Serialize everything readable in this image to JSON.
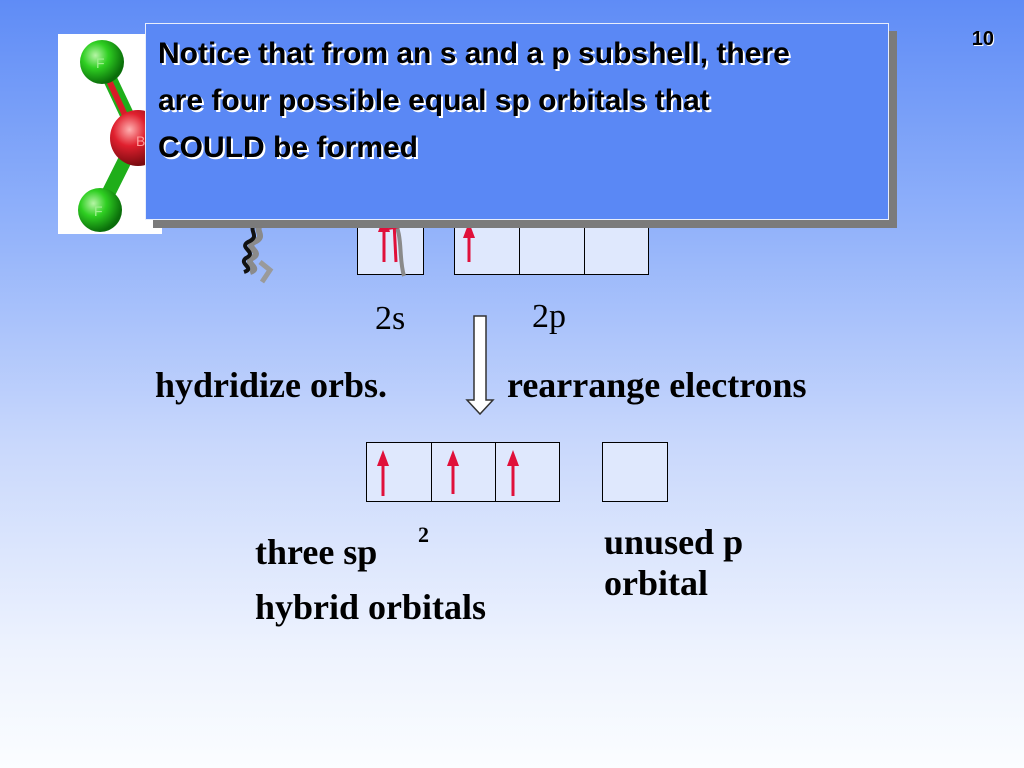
{
  "callout": {
    "text": "Notice that from an s and a p subshell, there are four possible equal sp orbitals that COULD be formed"
  },
  "slide_number": "10",
  "upper_diagram": {
    "label_2s": "2s",
    "label_2p": "2p"
  },
  "process": {
    "left_label": "hydridize orbs.",
    "right_label": "rearrange electrons"
  },
  "lower_diagram": {
    "hybrid_label_line1": "three sp",
    "hybrid_superscript": "2",
    "hybrid_label_line2": "hybrid orbitals",
    "unused_label_line1": "unused p",
    "unused_label_line2": "orbital"
  },
  "molecule_atoms": [
    "F",
    "B",
    "F"
  ],
  "colors": {
    "background_top": "#5f8cf6",
    "callout_fill": "#5a88f5",
    "electron_arrow": "#e0103a",
    "atom_fluorine": "#22c21e",
    "atom_boron": "#e0202e"
  },
  "icons": {
    "electron": "red-up-arrow",
    "process": "outlined-down-arrow"
  }
}
